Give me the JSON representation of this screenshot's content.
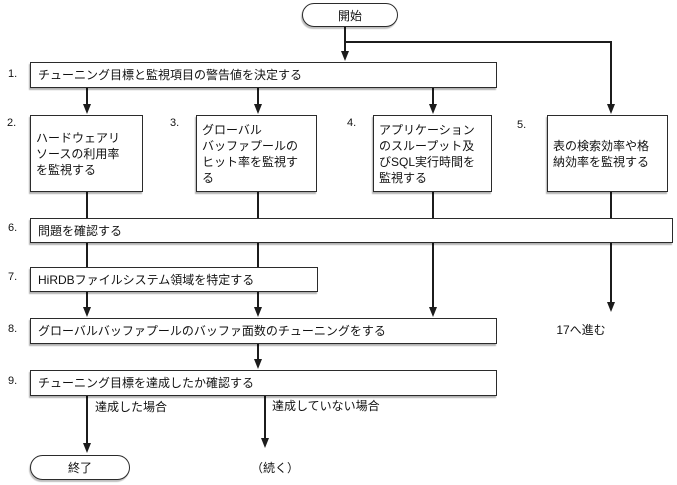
{
  "diagram": {
    "start_label": "開始",
    "end_label": "終了",
    "continue_label": "（続く）",
    "goto_label": "17へ進む",
    "branch": {
      "achieved": "達成した場合",
      "not_achieved": "達成していない場合"
    },
    "steps": [
      {
        "no": "1.",
        "text": "チューニング目標と監視項目の警告値を決定する"
      },
      {
        "no": "2.",
        "text": "ハードウェアリソースの利用率を監視する",
        "lines": [
          "ハードウェアリ",
          "ソースの利用率",
          "を監視する"
        ]
      },
      {
        "no": "3.",
        "text": "グローバルバッファプールのヒット率を監視する",
        "lines": [
          "グローバル",
          "バッファプールの",
          "ヒット率を監視す",
          "る"
        ]
      },
      {
        "no": "4.",
        "text": "アプリケーションのスループット及びSQL実行時間を監視する",
        "lines": [
          "アプリケーション",
          "のスループット及",
          "びSQL実行時間を",
          "監視する"
        ]
      },
      {
        "no": "5.",
        "text": "表の検索効率や格納効率を監視する",
        "lines": [
          "表の検索効率や格",
          "納効率を監視する"
        ]
      },
      {
        "no": "6.",
        "text": "問題を確認する"
      },
      {
        "no": "7.",
        "text": "HiRDBファイルシステム領域を特定する"
      },
      {
        "no": "8.",
        "text": "グローバルバッファプールのバッファ面数のチューニングをする"
      },
      {
        "no": "9.",
        "text": "チューニング目標を達成したか確認する"
      }
    ]
  }
}
